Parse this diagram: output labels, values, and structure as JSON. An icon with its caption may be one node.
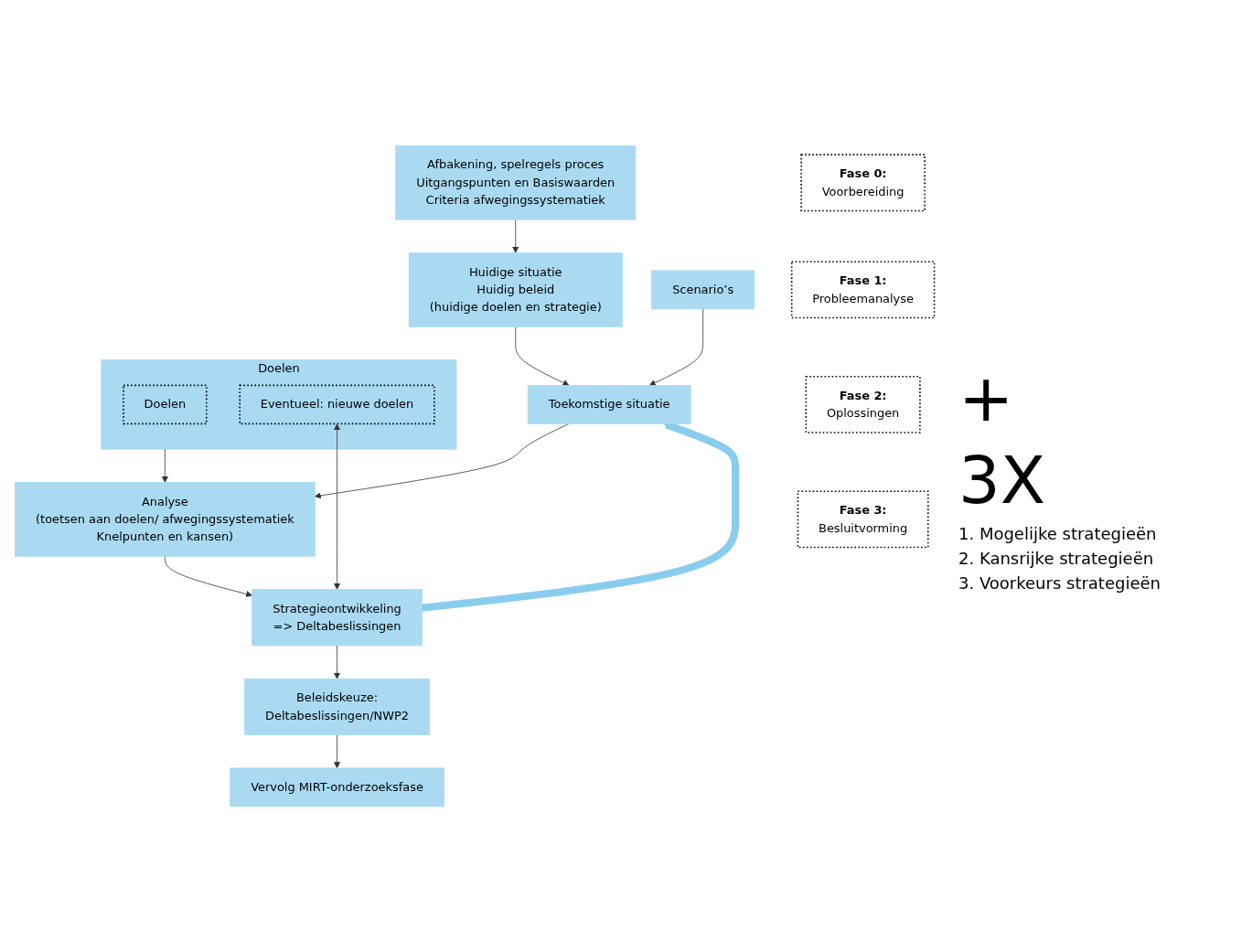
{
  "diagram": {
    "nodes": [
      {
        "text": [
          "Fase 0:",
          "Voorbereiding"
        ]
      },
      {
        "text": [
          "Afbakening, spelregels proces",
          "Uitgangspunten en Basiswaarden",
          "Criteria afwegingssystematiek"
        ]
      },
      {
        "text": [
          "Huidige situatie",
          "Huidig beleid",
          "(huidige doelen en strategie)"
        ]
      },
      {
        "text": [
          "Scenario’s"
        ]
      },
      {
        "text": [
          "Fase 1:",
          "Probleemanalyse"
        ]
      },
      {
        "text": [
          "Toekomstige situatie"
        ]
      },
      {
        "text": [
          "Doelen"
        ]
      },
      {
        "text": [
          "Doelen"
        ],
        "in": 6
      },
      {
        "text": [
          "Eventueel: nieuwe doelen"
        ],
        "in": 6
      },
      {
        "text": [
          "Analyse",
          "(toetsen aan doelen/ afwegingssystematiek",
          "Knelpunten en kansen)"
        ]
      },
      {
        "text": [
          "Fase 2:",
          "Oplossingen"
        ]
      },
      {
        "text": [
          "Strategieontwikkeling",
          "=> Deltabeslissingen"
        ]
      },
      {
        "text": [
          "Fase 3:",
          "Besluitvorming"
        ]
      },
      {
        "text": [
          "Beleidskeuze:",
          "Deltabeslissingen/NWP2"
        ]
      },
      {
        "text": [
          "Vervolg MIRT-onderzoeksfase"
        ]
      }
    ],
    "edges": [
      {
        "from": 1,
        "to": 2,
        "arrow": "to"
      },
      {
        "from": 2,
        "to": 5,
        "arrow": "to"
      },
      {
        "from": 3,
        "to": 5,
        "arrow": "to"
      },
      {
        "from": 5,
        "to": 9,
        "arrow": "to"
      },
      {
        "from": 6,
        "to": 9,
        "arrow": "to"
      },
      {
        "from": 9,
        "to": 11,
        "arrow": "to"
      },
      {
        "from": 8,
        "to": 11,
        "arrow": "both"
      },
      {
        "from": 11,
        "to": 13,
        "arrow": "to"
      },
      {
        "from": 13,
        "to": 14,
        "arrow": "to"
      },
      {
        "from": 11,
        "to": 5,
        "arrow": "to",
        "style": "thick",
        "color": "#89cdee"
      }
    ],
    "labels": [
      "+",
      "3X",
      "1. Mogelijke strategieën",
      "2. Kansrijke strategieën",
      "3. Voorkeurs strategieën"
    ]
  }
}
